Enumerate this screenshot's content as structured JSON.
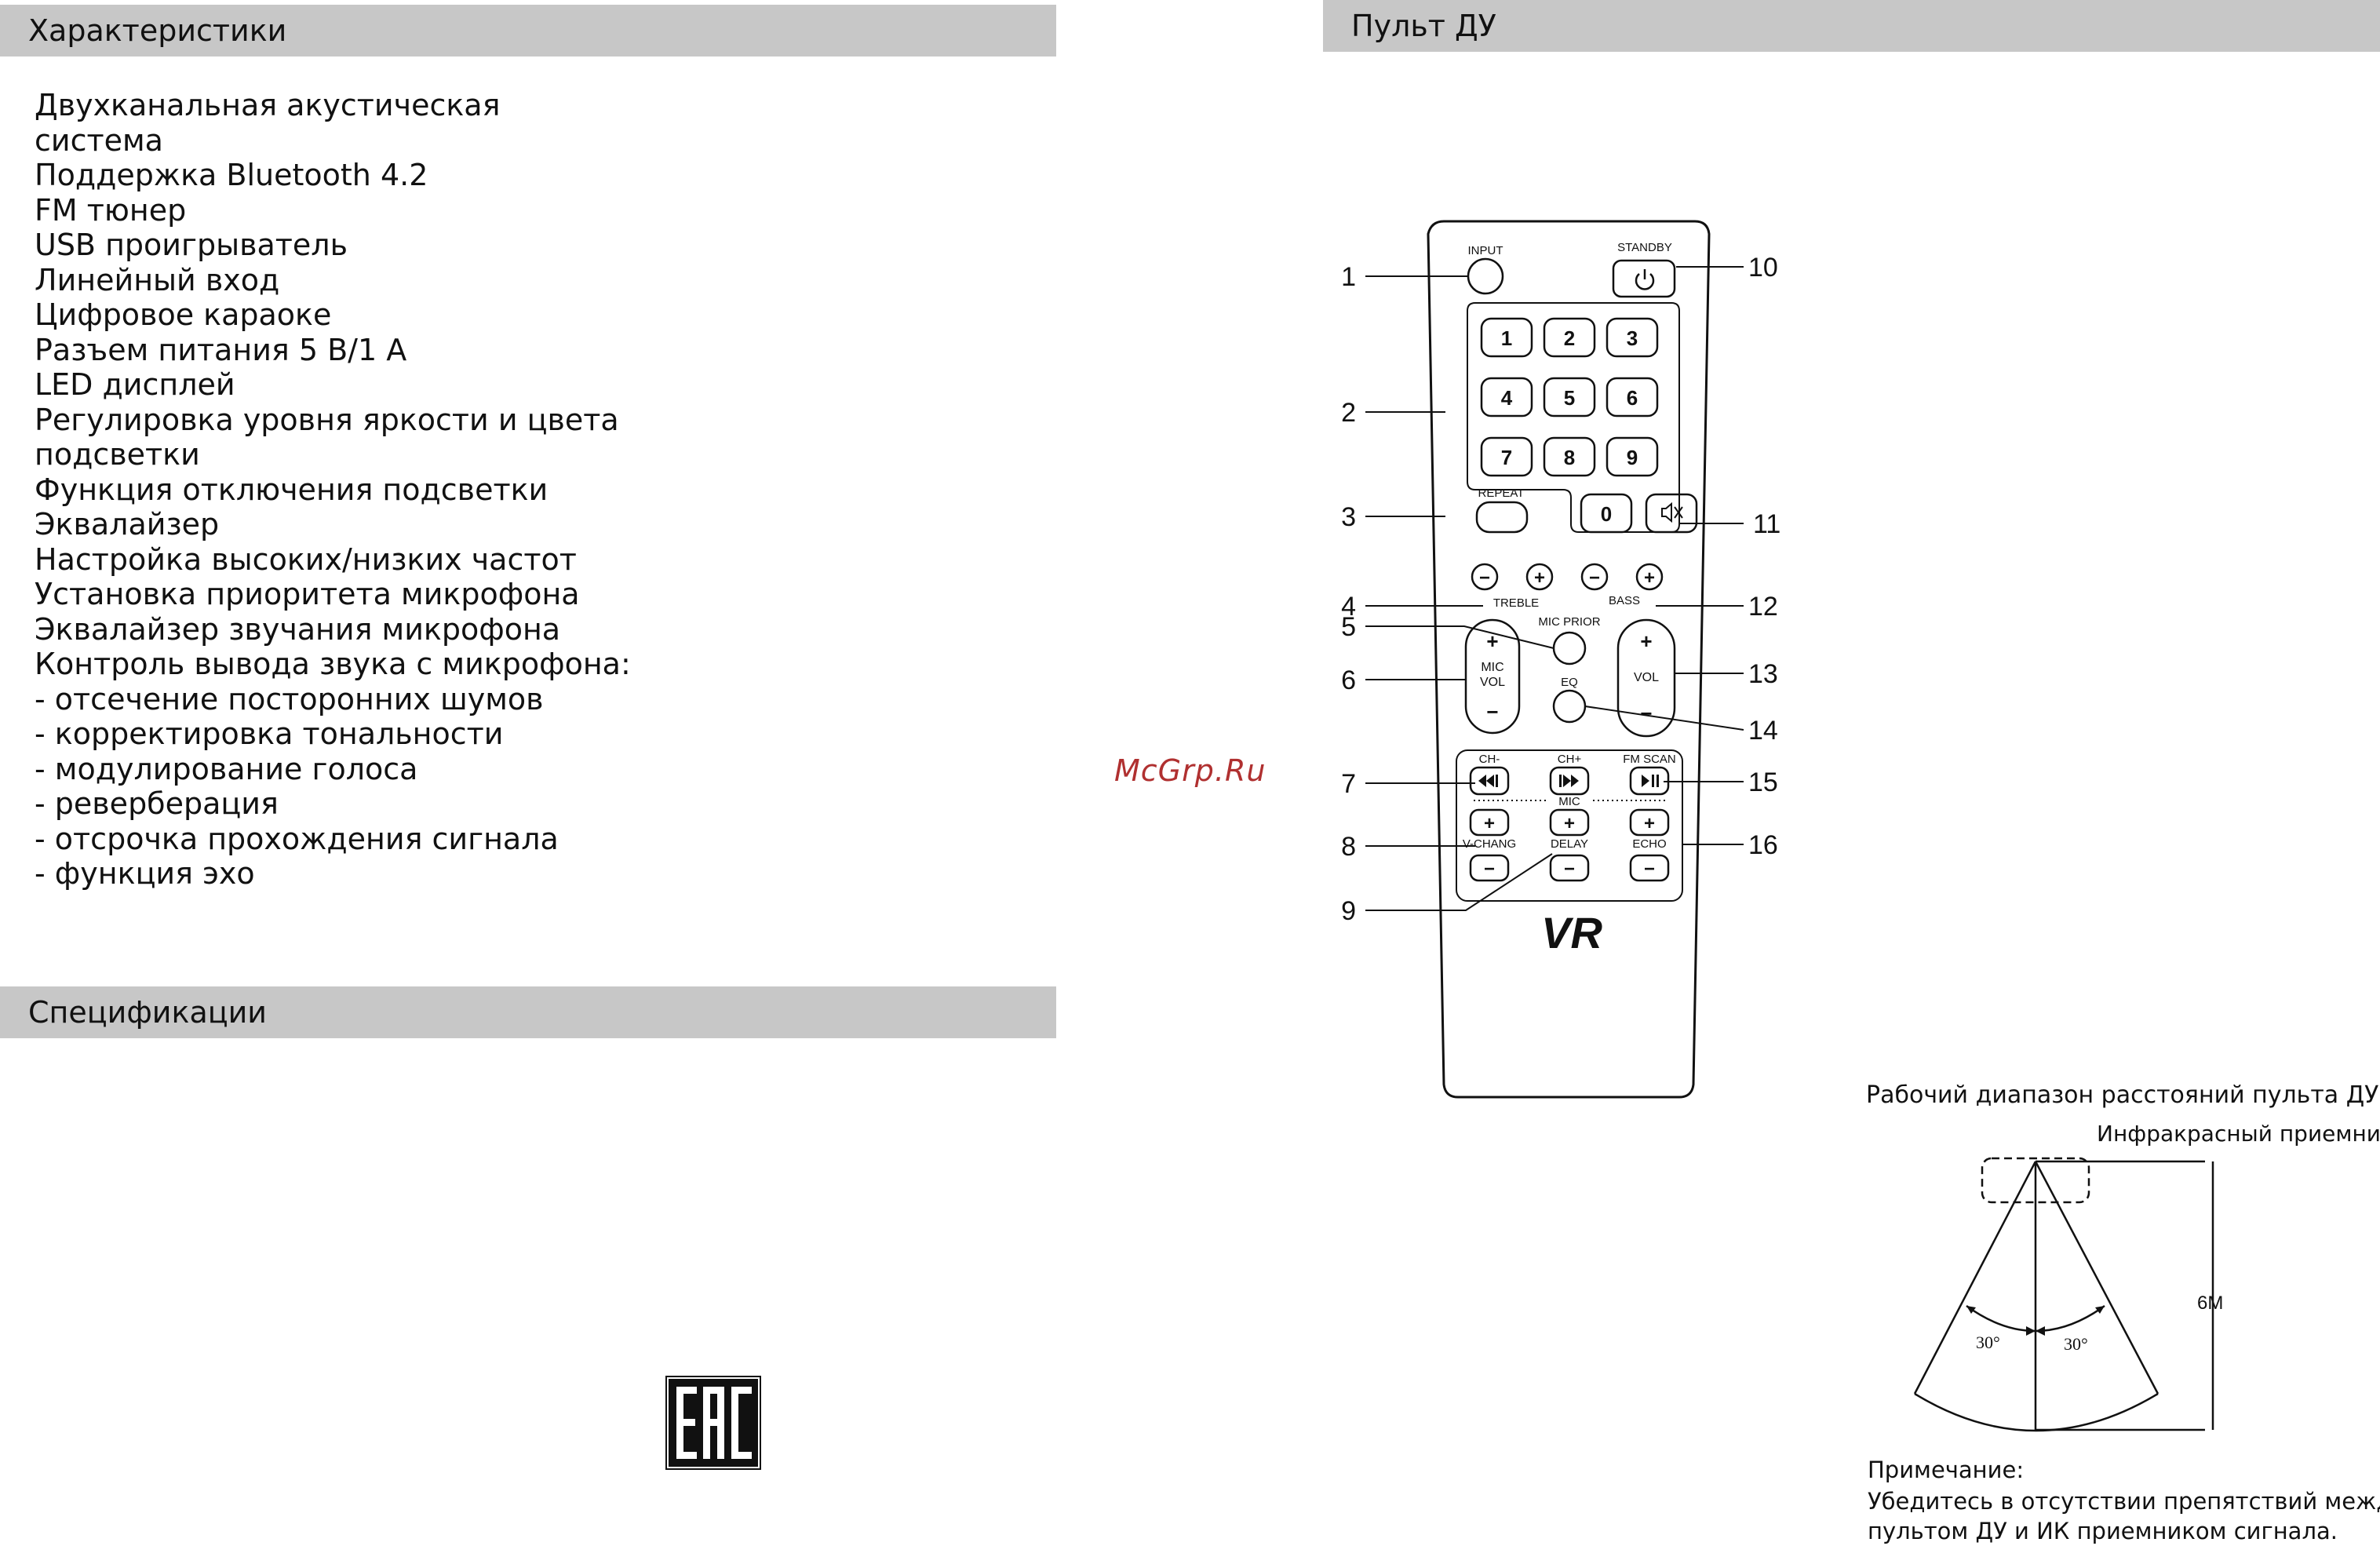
{
  "left": {
    "features_header": "Характеристики",
    "features": [
      "Двухканальная акустическая система",
      "Поддержка Bluetooth 4.2",
      "FM тюнер",
      "USB проигрыватель",
      "Линейный вход",
      "Цифровое караоке",
      "Разъем питания 5 В/1 А",
      "LED дисплей",
      "Регулировка уровня яркости и цвета",
      "подсветки",
      "Функция отключения подсветки",
      "Эквалайзер",
      "Настройка высоких/низких частот",
      "Установка приоритета микрофона",
      "Эквалайзер звучания микрофона",
      "Контроль вывода звука с микрофона:",
      "- отсечение посторонних шумов",
      "- корректировка тональности",
      "- модулирование голоса",
      "- реверберация",
      "- отсрочка прохождения сигнала",
      "- функция эхо"
    ],
    "specs_header": "Спецификации",
    "eac_mark": "EAC"
  },
  "watermark": "McGrp.Ru",
  "right": {
    "remote_header": "Пульт ДУ",
    "remote": {
      "input": "INPUT",
      "standby": "STANDBY",
      "digits": [
        "1",
        "2",
        "3",
        "4",
        "5",
        "6",
        "7",
        "8",
        "9"
      ],
      "zero": "0",
      "repeat": "REPEAT",
      "treble": "TREBLE",
      "bass": "BASS",
      "mic_prior": "MIC PRIOR",
      "mic_vol_1": "MIC",
      "mic_vol_2": "VOL",
      "vol": "VOL",
      "eq": "EQ",
      "ch_minus": "CH-",
      "ch_plus": "CH+",
      "fm_scan": "FM SCAN",
      "mic": "MIC",
      "v_chang": "V-CHANG",
      "delay": "DELAY",
      "echo": "ECHO",
      "plus": "+",
      "minus": "−",
      "logo": "VR"
    },
    "callouts_left": [
      "1",
      "2",
      "3",
      "4",
      "5",
      "6",
      "7",
      "8",
      "9"
    ],
    "callouts_right": [
      "10",
      "11",
      "12",
      "13",
      "14",
      "15",
      "16"
    ],
    "range_title": "Рабочий диапазон расстояний пульта ДУ",
    "range_subtitle": "Инфракрасный приемник",
    "range_distance": "6М",
    "angle_left": "30°",
    "angle_right": "30°",
    "note_title": "Примечание:",
    "note_lines": [
      "Убедитесь в отсутствии препятствий между",
      "пультом ДУ и ИК приемником сигнала."
    ]
  }
}
